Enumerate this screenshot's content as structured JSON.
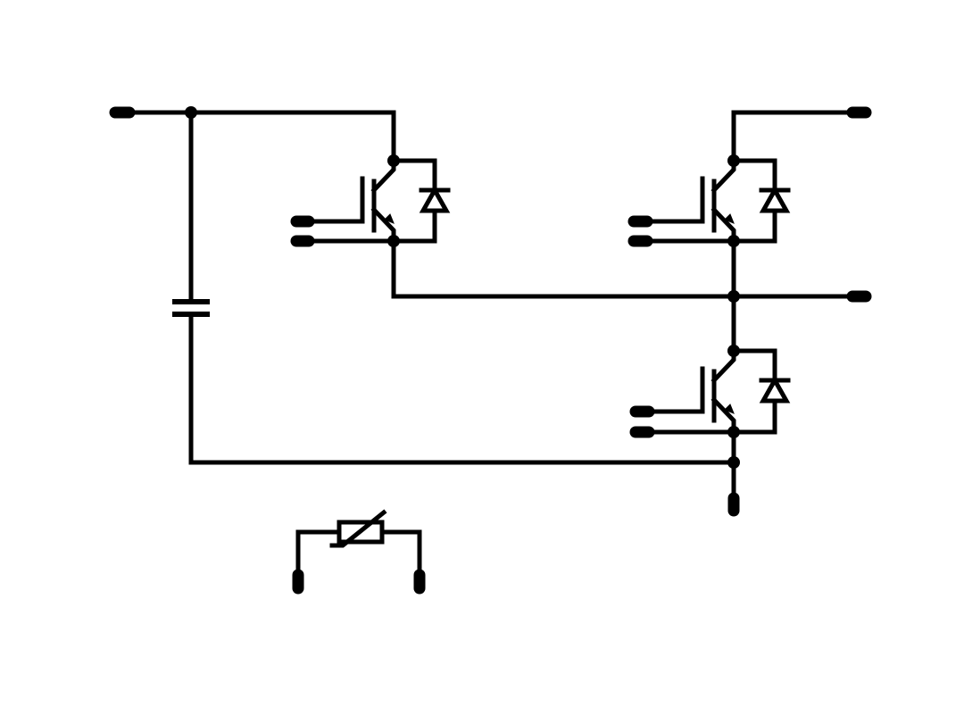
{
  "diagram": {
    "type": "circuit-schematic",
    "colors": {
      "line": "#000000",
      "background": "#ffffff"
    },
    "components": [
      {
        "id": "c1",
        "kind": "capacitor"
      },
      {
        "id": "q1",
        "kind": "igbt-with-antiparallel-diode"
      },
      {
        "id": "q2",
        "kind": "igbt-with-antiparallel-diode"
      },
      {
        "id": "q3",
        "kind": "igbt-with-antiparallel-diode"
      },
      {
        "id": "rt1",
        "kind": "thermistor"
      }
    ],
    "terminals": [
      "dc-plus",
      "q1-gate",
      "q1-emitter-sense",
      "q2-collector-out",
      "q2-gate",
      "q2-emitter-sense",
      "phase-out",
      "q3-gate",
      "q3-emitter-sense",
      "dc-minus",
      "ntc-1",
      "ntc-2"
    ]
  }
}
